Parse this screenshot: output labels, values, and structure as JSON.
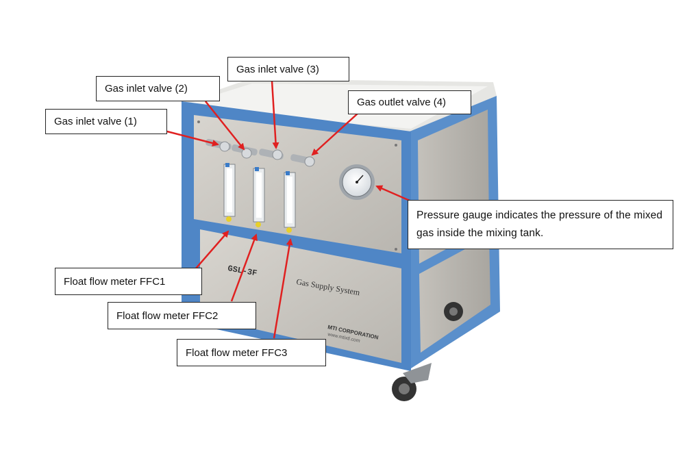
{
  "labels": {
    "valve1": "Gas inlet valve (1)",
    "valve2": "Gas inlet valve (2)",
    "valve3": "Gas inlet valve (3)",
    "valve4": "Gas outlet valve (4)",
    "gauge": "Pressure gauge indicates the pressure of the mixed gas inside the mixing tank.",
    "ffc1": "Float flow meter FFC1",
    "ffc2": "Float flow meter FFC2",
    "ffc3": "Float flow meter FFC3"
  },
  "panel_text": {
    "model": "GSL-3F",
    "system": "Gas Supply System",
    "company": "MTI CORPORATION",
    "website": "www.mtixtl.com"
  },
  "colors": {
    "frame": "#4f86c6",
    "panel": "#c9c6c0",
    "arrow": "#e02020"
  }
}
